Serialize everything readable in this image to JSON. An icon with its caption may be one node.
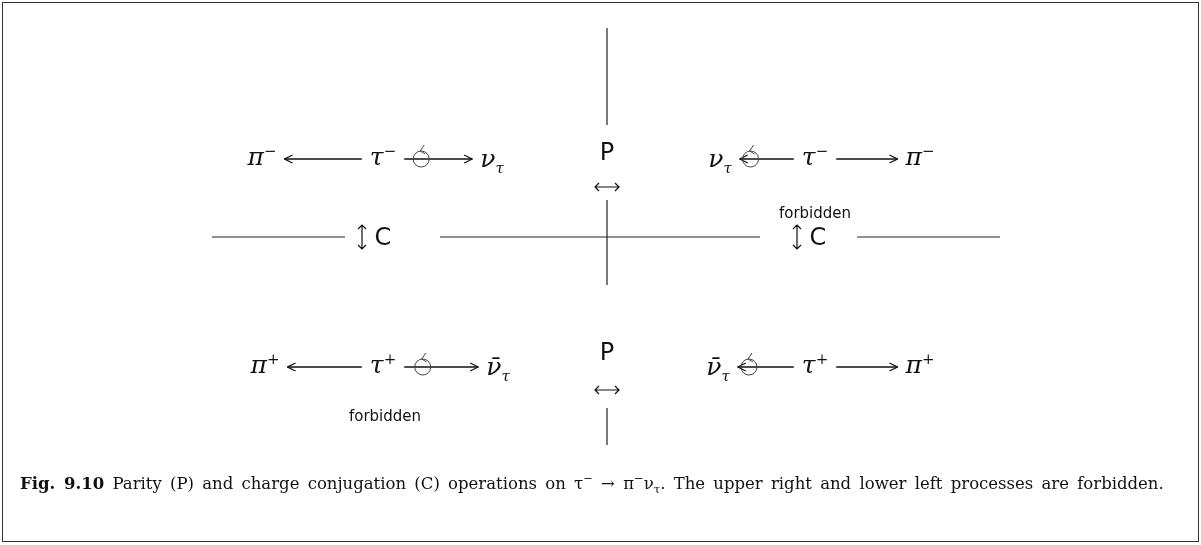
{
  "diagram": {
    "caption": "**Fig. 9.10** Parity (P) and charge conjugation (C) operations on τ$^{−}$ → π$^{−}$ν$_{τ}$. The upper right and lower left processes are forbidden.",
    "nodes": [
      {
        "text": [
          "π$^{−}$"
        ]
      },
      {
        "text": [
          "τ$^{−}$"
        ]
      },
      {
        "text": [
          "ν$_{τ}$"
        ]
      },
      {
        "text": [
          "ν$_{τ}$"
        ]
      },
      {
        "text": [
          "τ$^{−}$"
        ]
      },
      {
        "text": [
          "π$^{−}$"
        ]
      },
      {
        "text": [
          "π$^{+}$"
        ]
      },
      {
        "text": [
          "τ$^{+}$"
        ]
      },
      {
        "text": [
          "ν̄$_{τ}$"
        ]
      },
      {
        "text": [
          "ν̄$_{τ}$"
        ]
      },
      {
        "text": [
          "τ$^{+}$"
        ]
      },
      {
        "text": [
          "π$^{+}$"
        ]
      }
    ],
    "edges": [
      {
        "from": 1,
        "to": 0,
        "arrow": "to"
      },
      {
        "from": 1,
        "to": 2,
        "arrow": "to"
      },
      {
        "from": 4,
        "to": 3,
        "arrow": "to"
      },
      {
        "from": 4,
        "to": 5,
        "arrow": "to"
      },
      {
        "from": 7,
        "to": 6,
        "arrow": "to"
      },
      {
        "from": 7,
        "to": 8,
        "arrow": "to"
      },
      {
        "from": 10,
        "to": 9,
        "arrow": "to"
      },
      {
        "from": 10,
        "to": 11,
        "arrow": "to"
      }
    ],
    "labels": [
      "P",
      "forbidden",
      "C",
      "C",
      "P",
      "forbidden"
    ]
  }
}
